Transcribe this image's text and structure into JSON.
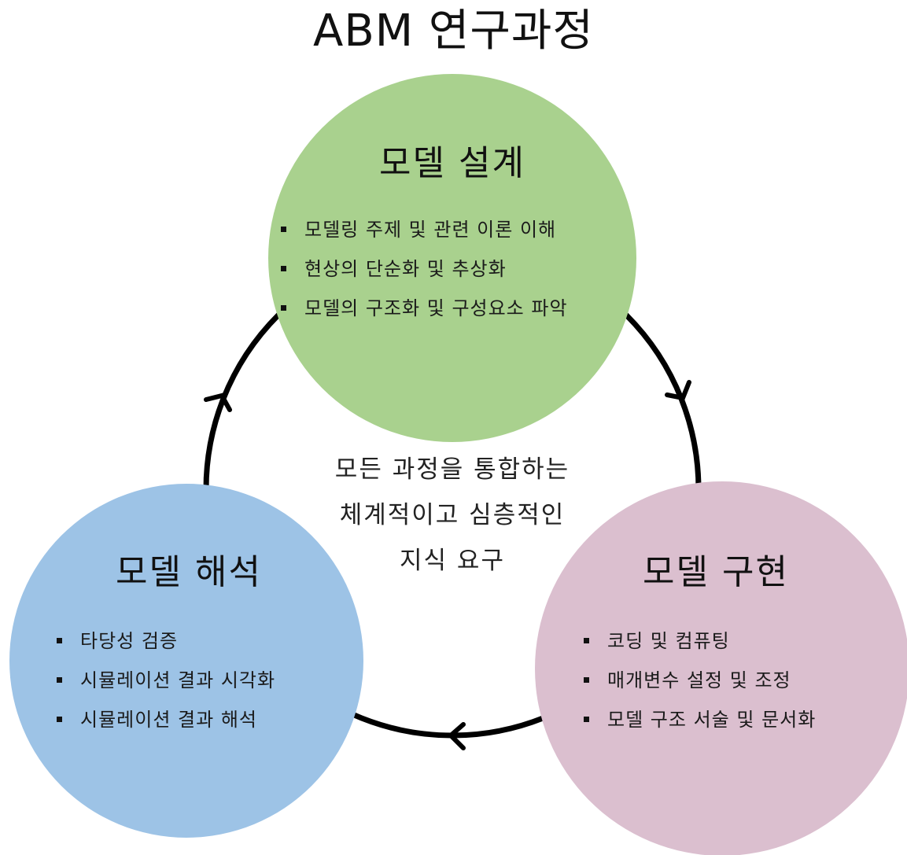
{
  "title": "ABM 연구과정",
  "colors": {
    "design": "#a9d18e",
    "implementation": "#dbbfcf",
    "interpretation": "#9dc3e6",
    "cycle_line": "#000000"
  },
  "nodes": {
    "design": {
      "title": "모델 설계",
      "items": [
        "모델링 주제 및 관련 이론 이해",
        "현상의 단순화 및 추상화",
        "모델의 구조화 및 구성요소 파악"
      ]
    },
    "implementation": {
      "title": "모델 구현",
      "items": [
        "코딩 및 컴퓨팅",
        "매개변수 설정 및 조정",
        "모델 구조 서술 및 문서화"
      ]
    },
    "interpretation": {
      "title": "모델 해석",
      "items": [
        "타당성 검증",
        "시뮬레이션 결과 시각화",
        "시뮬레이션 결과 해석"
      ]
    }
  },
  "center": {
    "lines": [
      "모든 과정을 통합하는",
      "체계적이고 심층적인",
      "지식 요구"
    ]
  },
  "flow": [
    "모델 설계",
    "모델 구현",
    "모델 해석",
    "모델 설계"
  ],
  "arrows": {
    "design_to_implementation": "arrow-down-right-icon",
    "implementation_to_interpretation": "arrow-left-icon",
    "interpretation_to_design": "arrow-up-icon"
  }
}
